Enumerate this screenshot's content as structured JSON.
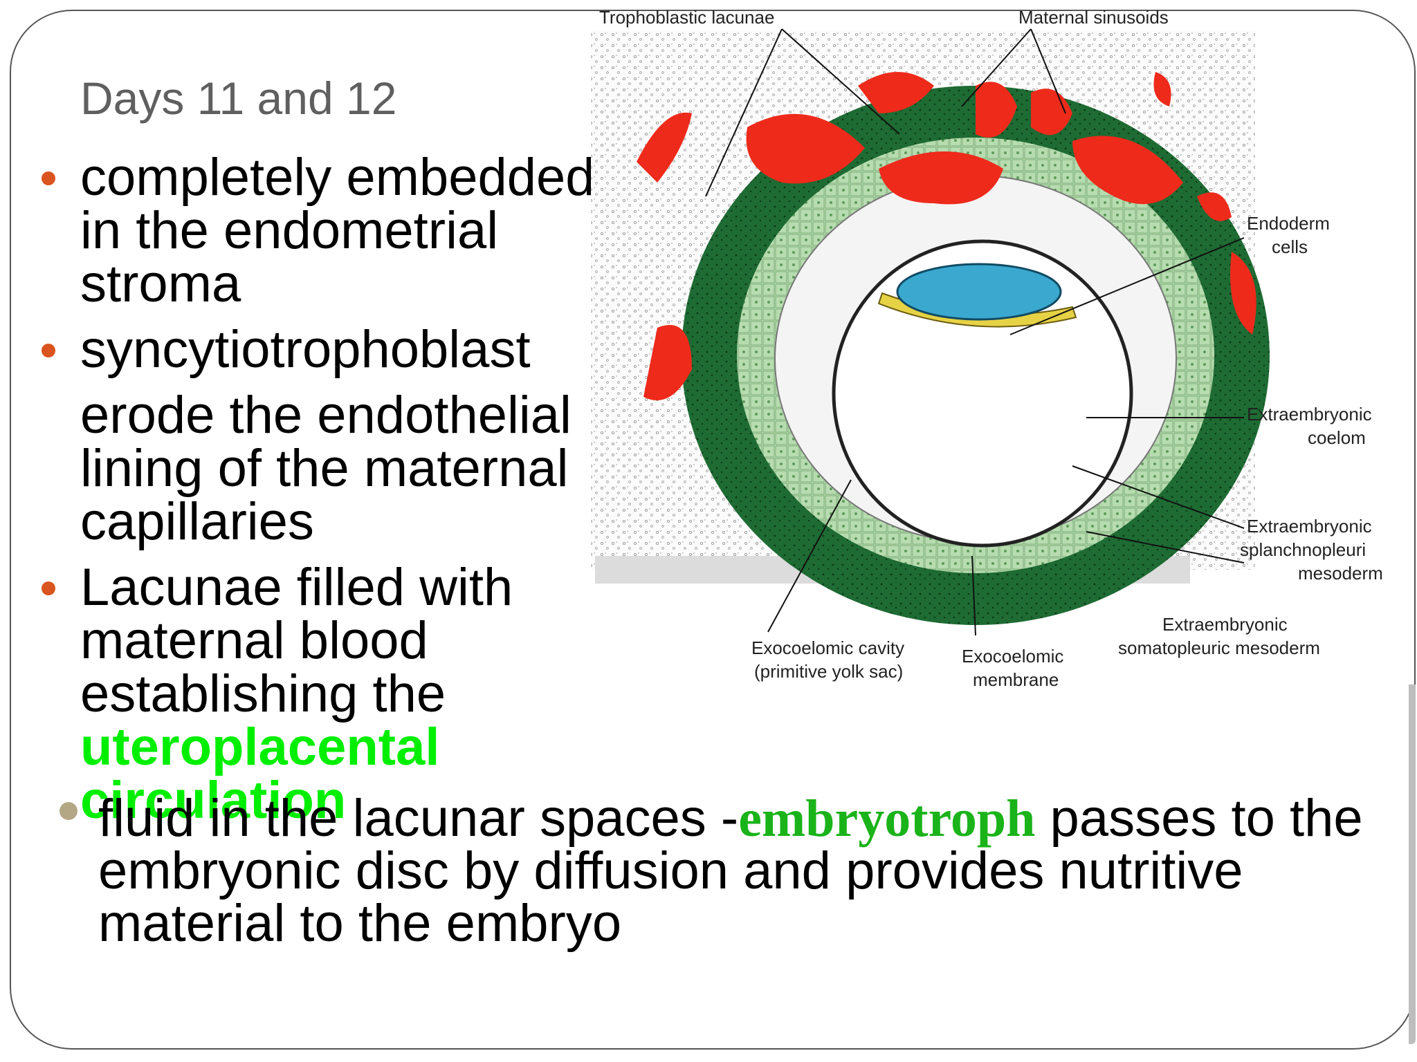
{
  "slide": {
    "title": "Days 11 and 12",
    "bullets": [
      {
        "text": "completely embedded in the endometrial stroma"
      },
      {
        "lead": "syncytiotrophoblast",
        "continuation": "erode the endothelial lining of the maternal capillaries"
      },
      {
        "lead": "Lacunae filled with maternal blood establishing the",
        "highlight": "uteroplacental circulation"
      }
    ],
    "bottom_bullet": {
      "part1": "fluid in the lacunar  spaces -",
      "highlight": "embryotroph",
      "part2": "  passes to the embryonic disc by diffusion and provides nutritive material to the embryo"
    }
  },
  "diagram": {
    "labels": {
      "trophoblastic_lacunae": "Trophoblastic lacunae",
      "maternal_sinusoids": "Maternal sinusoids",
      "endoderm_1": "Endoderm",
      "endoderm_2": "cells",
      "coelom_1": "Extraembryonic",
      "coelom_2": "coelom",
      "splanch_1": "Extraembryonic",
      "splanch_2": "splanchnopleuri",
      "splanch_3": "mesoderm",
      "somato_1": "Extraembryonic",
      "somato_2": "somatopleuric mesoderm",
      "exo_cavity_1": "Exocoelomic cavity",
      "exo_cavity_2": "(primitive yolk sac)",
      "exo_membrane_1": "Exocoelomic",
      "exo_membrane_2": "membrane"
    }
  },
  "colors": {
    "bullet": "#d9541e",
    "bottom_bullet": "#b3a785",
    "highlight_green": "#00ee00",
    "embryotroph_green": "#1ab31a",
    "trophoblast_dark_green": "#1e6b33",
    "cytotrophoblast_light_green": "#b7dcb0",
    "blood_red": "#ee2a1b",
    "epiblast_blue": "#3aa8cf"
  }
}
